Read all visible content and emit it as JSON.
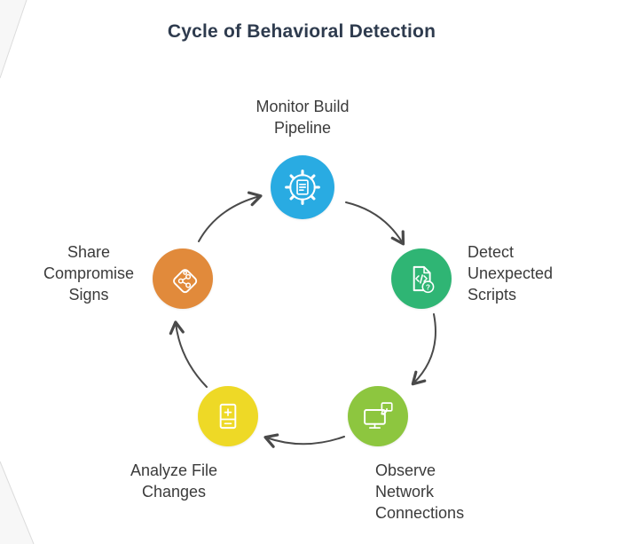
{
  "title": "Cycle of Behavioral Detection",
  "title_color": "#2e3b4e",
  "arrow_color": "#4a4a4a",
  "nodes": [
    {
      "label": "Monitor Build\nPipeline",
      "color": "#29abe2",
      "icon": "gear-checklist-icon"
    },
    {
      "label": "Detect\nUnexpected\nScripts",
      "color": "#2fb574",
      "icon": "script-question-icon"
    },
    {
      "label": "Observe\nNetwork\nConnections",
      "color": "#8dc63f",
      "icon": "monitor-sync-icon"
    },
    {
      "label": "Analyze File\nChanges",
      "color": "#eed926",
      "icon": "file-diff-icon"
    },
    {
      "label": "Share\nCompromise\nSigns",
      "color": "#e18a3b",
      "icon": "tag-share-icon"
    }
  ]
}
